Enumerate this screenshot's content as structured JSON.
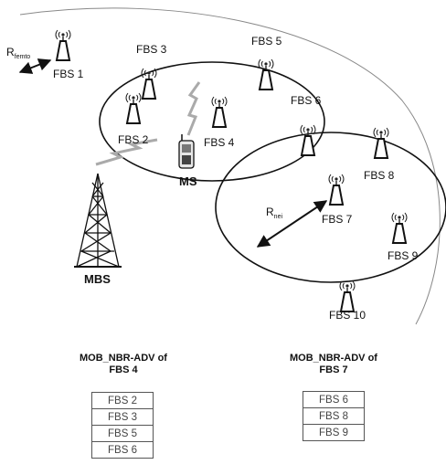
{
  "labels": {
    "r_femto": "R",
    "r_femto_sub": "femto",
    "r_nei": "R",
    "r_nei_sub": "nei",
    "mbs": "MBS",
    "ms": "MS"
  },
  "stations": [
    {
      "id": "fbs1",
      "label": "FBS 1"
    },
    {
      "id": "fbs2",
      "label": "FBS 2"
    },
    {
      "id": "fbs3",
      "label": "FBS 3"
    },
    {
      "id": "fbs4",
      "label": "FBS 4"
    },
    {
      "id": "fbs5",
      "label": "FBS 5"
    },
    {
      "id": "fbs6",
      "label": "FBS 6"
    },
    {
      "id": "fbs7",
      "label": "FBS 7"
    },
    {
      "id": "fbs8",
      "label": "FBS 8"
    },
    {
      "id": "fbs9",
      "label": "FBS 9"
    },
    {
      "id": "fbs10",
      "label": "FBS 10"
    }
  ],
  "tables": [
    {
      "caption_line1": "MOB_NBR-ADV  of",
      "caption_line2": "FBS 4",
      "rows": [
        "FBS 2",
        "FBS 3",
        "FBS 5",
        "FBS 6"
      ]
    },
    {
      "caption_line1": "MOB_NBR-ADV  of",
      "caption_line2": "FBS 7",
      "rows": [
        "FBS 6",
        "FBS 8",
        "FBS 9"
      ]
    }
  ]
}
